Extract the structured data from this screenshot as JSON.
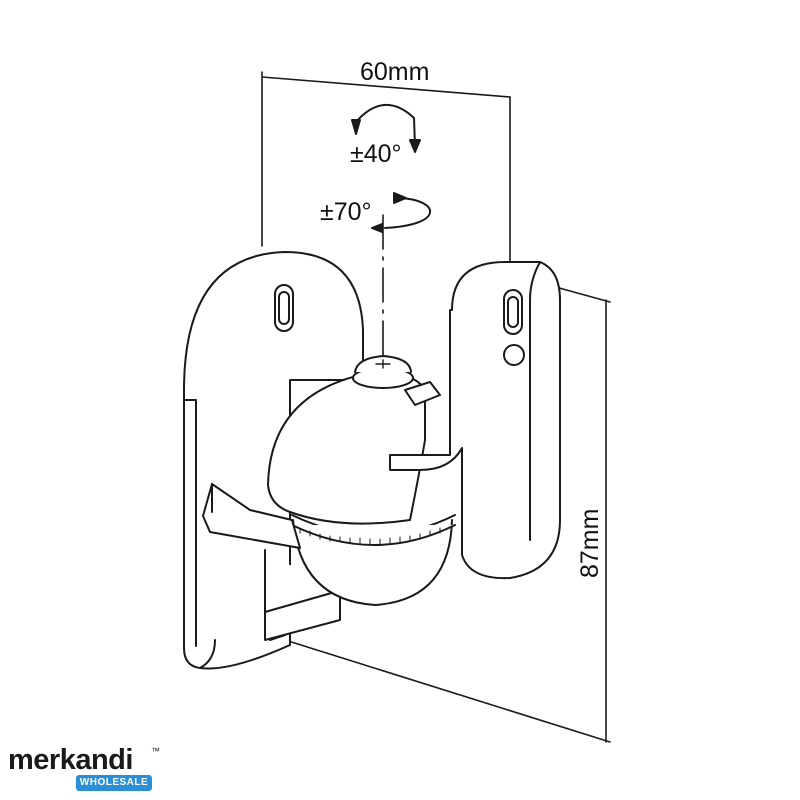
{
  "dimensions": {
    "width_label": "60mm",
    "height_label": "87mm",
    "tilt_label": "±40°",
    "swivel_label": "±70°"
  },
  "logo": {
    "name": "merkandi",
    "trademark": "™",
    "badge": "WHOLESALE",
    "badge_color": "#2a8fd6"
  }
}
